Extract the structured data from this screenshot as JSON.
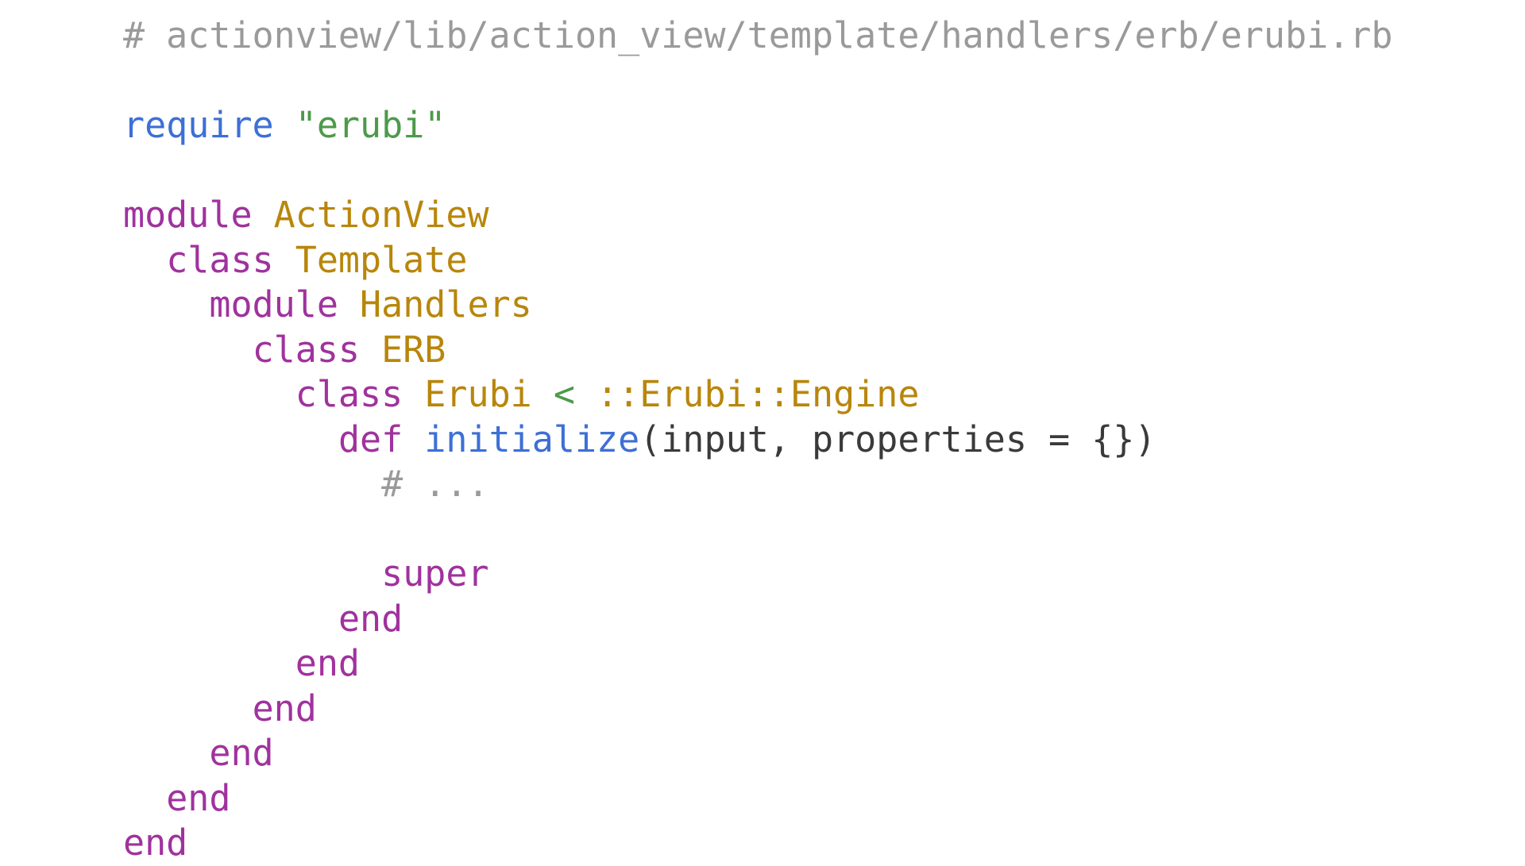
{
  "colors": {
    "comment": "#9a9a9a",
    "keyword": "#a0329e",
    "constant": "#b8860b",
    "builtin": "#3d6fd6",
    "string": "#4c9a4a",
    "operator": "#4c9a4a",
    "default": "#3a3a3a"
  },
  "code": {
    "language": "ruby",
    "lines": [
      [
        {
          "t": "# actionview/lib/action_view/template/handlers/erb/erubi.rb",
          "k": "comment"
        }
      ],
      [],
      [
        {
          "t": "require",
          "k": "builtin"
        },
        {
          "t": " ",
          "k": "default"
        },
        {
          "t": "\"erubi\"",
          "k": "string"
        }
      ],
      [],
      [
        {
          "t": "module",
          "k": "keyword"
        },
        {
          "t": " ",
          "k": "default"
        },
        {
          "t": "ActionView",
          "k": "constant"
        }
      ],
      [
        {
          "t": "  ",
          "k": "default"
        },
        {
          "t": "class",
          "k": "keyword"
        },
        {
          "t": " ",
          "k": "default"
        },
        {
          "t": "Template",
          "k": "constant"
        }
      ],
      [
        {
          "t": "    ",
          "k": "default"
        },
        {
          "t": "module",
          "k": "keyword"
        },
        {
          "t": " ",
          "k": "default"
        },
        {
          "t": "Handlers",
          "k": "constant"
        }
      ],
      [
        {
          "t": "      ",
          "k": "default"
        },
        {
          "t": "class",
          "k": "keyword"
        },
        {
          "t": " ",
          "k": "default"
        },
        {
          "t": "ERB",
          "k": "constant"
        }
      ],
      [
        {
          "t": "        ",
          "k": "default"
        },
        {
          "t": "class",
          "k": "keyword"
        },
        {
          "t": " ",
          "k": "default"
        },
        {
          "t": "Erubi",
          "k": "constant"
        },
        {
          "t": " ",
          "k": "default"
        },
        {
          "t": "<",
          "k": "operator"
        },
        {
          "t": " ",
          "k": "default"
        },
        {
          "t": "::Erubi::Engine",
          "k": "constant"
        }
      ],
      [
        {
          "t": "          ",
          "k": "default"
        },
        {
          "t": "def",
          "k": "keyword"
        },
        {
          "t": " ",
          "k": "default"
        },
        {
          "t": "initialize",
          "k": "builtin"
        },
        {
          "t": "(input, properties = {})",
          "k": "default"
        }
      ],
      [
        {
          "t": "            ",
          "k": "default"
        },
        {
          "t": "# ...",
          "k": "comment"
        }
      ],
      [],
      [
        {
          "t": "            ",
          "k": "default"
        },
        {
          "t": "super",
          "k": "keyword"
        }
      ],
      [
        {
          "t": "          ",
          "k": "default"
        },
        {
          "t": "end",
          "k": "keyword"
        }
      ],
      [
        {
          "t": "        ",
          "k": "default"
        },
        {
          "t": "end",
          "k": "keyword"
        }
      ],
      [
        {
          "t": "      ",
          "k": "default"
        },
        {
          "t": "end",
          "k": "keyword"
        }
      ],
      [
        {
          "t": "    ",
          "k": "default"
        },
        {
          "t": "end",
          "k": "keyword"
        }
      ],
      [
        {
          "t": "  ",
          "k": "default"
        },
        {
          "t": "end",
          "k": "keyword"
        }
      ],
      [
        {
          "t": "end",
          "k": "keyword"
        }
      ]
    ]
  }
}
